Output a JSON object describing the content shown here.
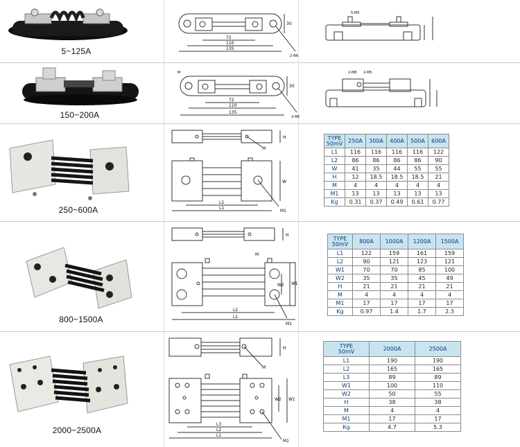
{
  "rows": [
    {
      "caption": "5~125A"
    },
    {
      "caption": "150~200A"
    },
    {
      "caption": "250~600A"
    },
    {
      "caption": "800~1500A"
    },
    {
      "caption": "2000~2500A"
    }
  ],
  "dims": {
    "r1": {
      "d1": "72",
      "d2": "110",
      "d3": "135",
      "h": "30",
      "holes": "2-Φ6",
      "m": "5-M5"
    },
    "r2": {
      "d1": "72",
      "d2": "110",
      "d3": "135",
      "h": "30",
      "holes": "2-Φ6",
      "m": "2-M5",
      "m2": "2-M8",
      "mL": "M"
    },
    "r3": {
      "l1": "L1",
      "l2": "L2",
      "h": "H",
      "w": "W",
      "m1": "M1",
      "m": "M"
    },
    "r4": {
      "l1": "L1",
      "l2": "L2",
      "h": "H",
      "w1": "W1",
      "w2": "W2",
      "m1": "M1",
      "m": "M"
    },
    "r5": {
      "l1": "L1",
      "l2": "L2",
      "l3": "L3",
      "h": "H",
      "w1": "W1",
      "w2": "W2",
      "m1": "M1",
      "m": "M"
    }
  },
  "tables": {
    "t250": {
      "type_label": [
        "TYPE",
        "50mV"
      ],
      "columns": [
        "250A",
        "300A",
        "400A",
        "500A",
        "600A"
      ],
      "rows": [
        {
          "label": "L1",
          "values": [
            "116",
            "116",
            "116",
            "116",
            "122"
          ]
        },
        {
          "label": "L2",
          "values": [
            "86",
            "86",
            "86",
            "86",
            "90"
          ]
        },
        {
          "label": "W",
          "values": [
            "41",
            "35",
            "44",
            "55",
            "55"
          ]
        },
        {
          "label": "H",
          "values": [
            "12",
            "18.5",
            "18.5",
            "18.5",
            "21"
          ]
        },
        {
          "label": "M",
          "values": [
            "4",
            "4",
            "4",
            "4",
            "4"
          ]
        },
        {
          "label": "M1",
          "values": [
            "13",
            "13",
            "13",
            "13",
            "13"
          ]
        },
        {
          "label": "Kg",
          "values": [
            "0.31",
            "0.37",
            "0.49",
            "0.61",
            "0.77"
          ]
        }
      ]
    },
    "t800": {
      "type_label": [
        "TYPE",
        "50mV"
      ],
      "columns": [
        "800A",
        "1000A",
        "1200A",
        "1500A"
      ],
      "rows": [
        {
          "label": "L1",
          "values": [
            "122",
            "159",
            "161",
            "159"
          ]
        },
        {
          "label": "L2",
          "values": [
            "90",
            "121",
            "123",
            "121"
          ]
        },
        {
          "label": "W1",
          "values": [
            "70",
            "70",
            "85",
            "100"
          ]
        },
        {
          "label": "W2",
          "values": [
            "35",
            "35",
            "45",
            "49"
          ]
        },
        {
          "label": "H",
          "values": [
            "21",
            "21",
            "21",
            "21"
          ]
        },
        {
          "label": "M",
          "values": [
            "4",
            "4",
            "4",
            "4"
          ]
        },
        {
          "label": "M1",
          "values": [
            "17",
            "17",
            "17",
            "17"
          ]
        },
        {
          "label": "Kg",
          "values": [
            "0.97",
            "1.4",
            "1.7",
            "2.3"
          ]
        }
      ]
    },
    "t2000": {
      "type_label": [
        "TYPE",
        "50mV"
      ],
      "columns": [
        "2000A",
        "2500A"
      ],
      "rows": [
        {
          "label": "L1",
          "values": [
            "190",
            "190"
          ]
        },
        {
          "label": "L2",
          "values": [
            "165",
            "165"
          ]
        },
        {
          "label": "L3",
          "values": [
            "89",
            "89"
          ]
        },
        {
          "label": "W1",
          "values": [
            "100",
            "110"
          ]
        },
        {
          "label": "W2",
          "values": [
            "50",
            "55"
          ]
        },
        {
          "label": "H",
          "values": [
            "38",
            "38"
          ]
        },
        {
          "label": "M",
          "values": [
            "4",
            "4"
          ]
        },
        {
          "label": "M1",
          "values": [
            "17",
            "17"
          ]
        },
        {
          "label": "Kg",
          "values": [
            "4.7",
            "5.3"
          ]
        }
      ]
    }
  }
}
